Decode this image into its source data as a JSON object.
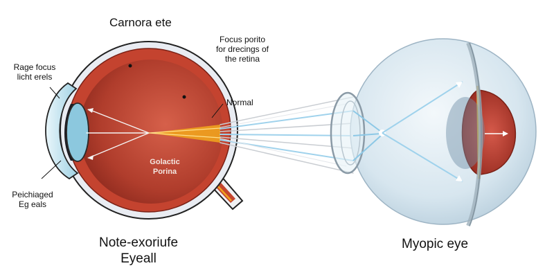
{
  "labels": {
    "title": "Carnora ete",
    "focus_note": [
      "Focus porito",
      "for drecings of",
      "the retina"
    ],
    "rage_focus": [
      "Rage focus",
      "licht erels"
    ],
    "normal": "Normal",
    "inner": [
      "Golactic",
      "Porina"
    ],
    "peichiaged": [
      "Peichiaged",
      "Eg eals"
    ],
    "left_caption": [
      "Note-exoriufe",
      "Eyeall"
    ],
    "right_caption": "Myopic eye"
  },
  "colors": {
    "eyeball_wall": "#b8392b",
    "eyeball_inner": "#9c3024",
    "sclera": "#e9ecf2",
    "cornea": "#bfe2ee",
    "lens": "#8cc8de",
    "light_ray": "#9fd2ec",
    "focus_ray": "#f0a21e",
    "myopic_globe": "#dbe8f0",
    "label_text": "#111111"
  }
}
